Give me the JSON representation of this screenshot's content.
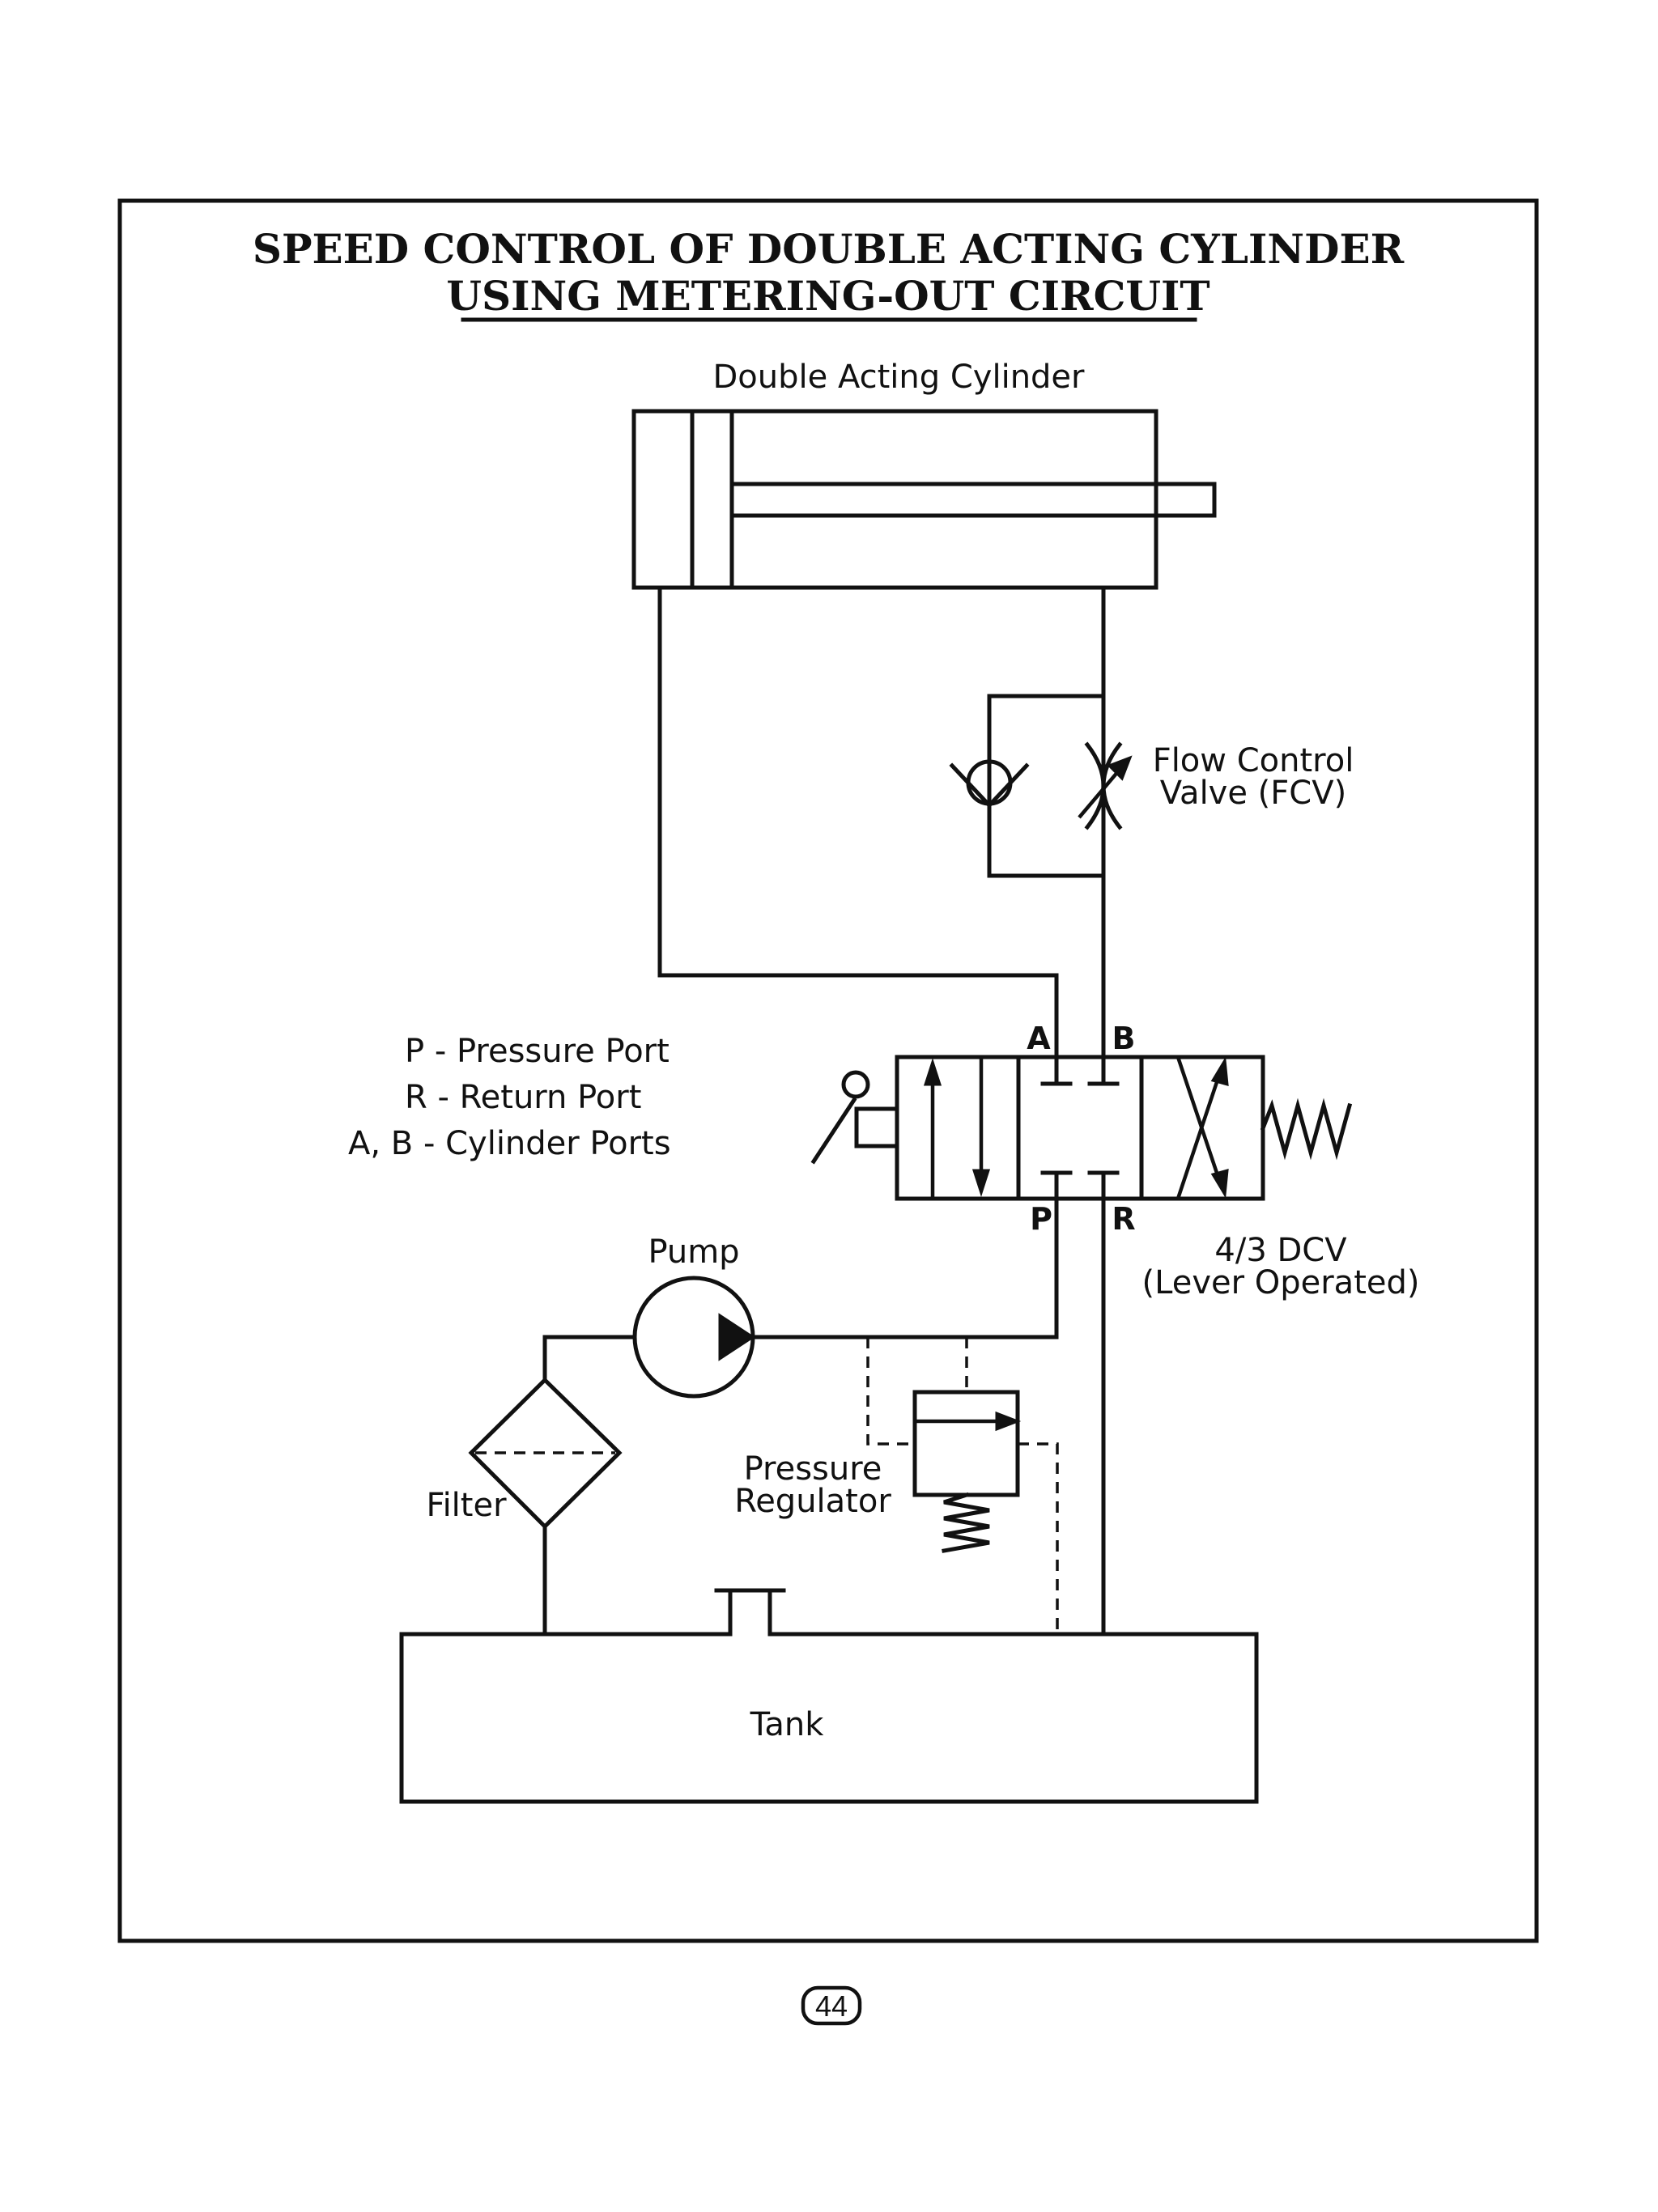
{
  "title": {
    "line1": "SPEED CONTROL OF DOUBLE ACTING CYLINDER",
    "line2": "USING METERING-OUT CIRCUIT"
  },
  "components": {
    "cylinder": "Double Acting Cylinder",
    "fcv_line1": "Flow Control",
    "fcv_line2": "Valve (FCV)",
    "dcv_line1": "4/3 DCV",
    "dcv_line2": "(Lever Operated)",
    "pump": "Pump",
    "filter": "Filter",
    "regulator_line1": "Pressure",
    "regulator_line2": "Regulator",
    "tank": "Tank"
  },
  "ports": {
    "a": "A",
    "b": "B",
    "p": "P",
    "r": "R"
  },
  "legend": {
    "line1": "P - Pressure Port",
    "line2": "R - Return Port",
    "line3": "A, B  - Cylinder Ports"
  },
  "page_number": "44"
}
